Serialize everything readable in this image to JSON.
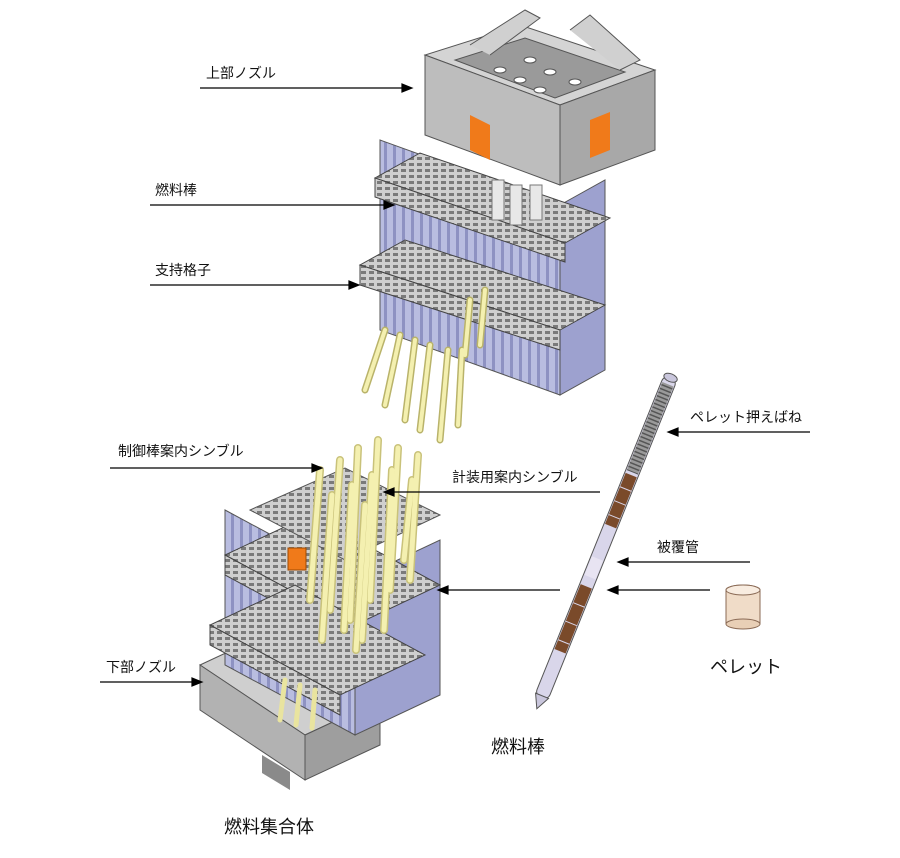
{
  "labels": {
    "upper_nozzle": "上部ノズル",
    "fuel_rod": "燃料棒",
    "support_grid": "支持格子",
    "control_rod_guide_thimble": "制御棒案内シンブル",
    "instrumentation_guide_thimble": "計装用案内シンブル",
    "lower_nozzle": "下部ノズル",
    "pellet_hold_spring": "ペレット押えばね",
    "cladding_tube": "被覆管"
  },
  "captions": {
    "fuel_assembly": "燃料集合体",
    "fuel_rod": "燃料棒",
    "pellet": "ペレット"
  },
  "colors": {
    "nozzle_gray": "#c8c8c8",
    "nozzle_dark": "#8f8f8f",
    "rod_lavender": "#b9bde0",
    "rod_lavender_dark": "#8e92c2",
    "guide_yellow": "#f4f0b0",
    "guide_yellow_dark": "#c9c27a",
    "accent_orange": "#f07a1a",
    "pellet_brown": "#7a4a2a",
    "spring_gray": "#777777"
  }
}
